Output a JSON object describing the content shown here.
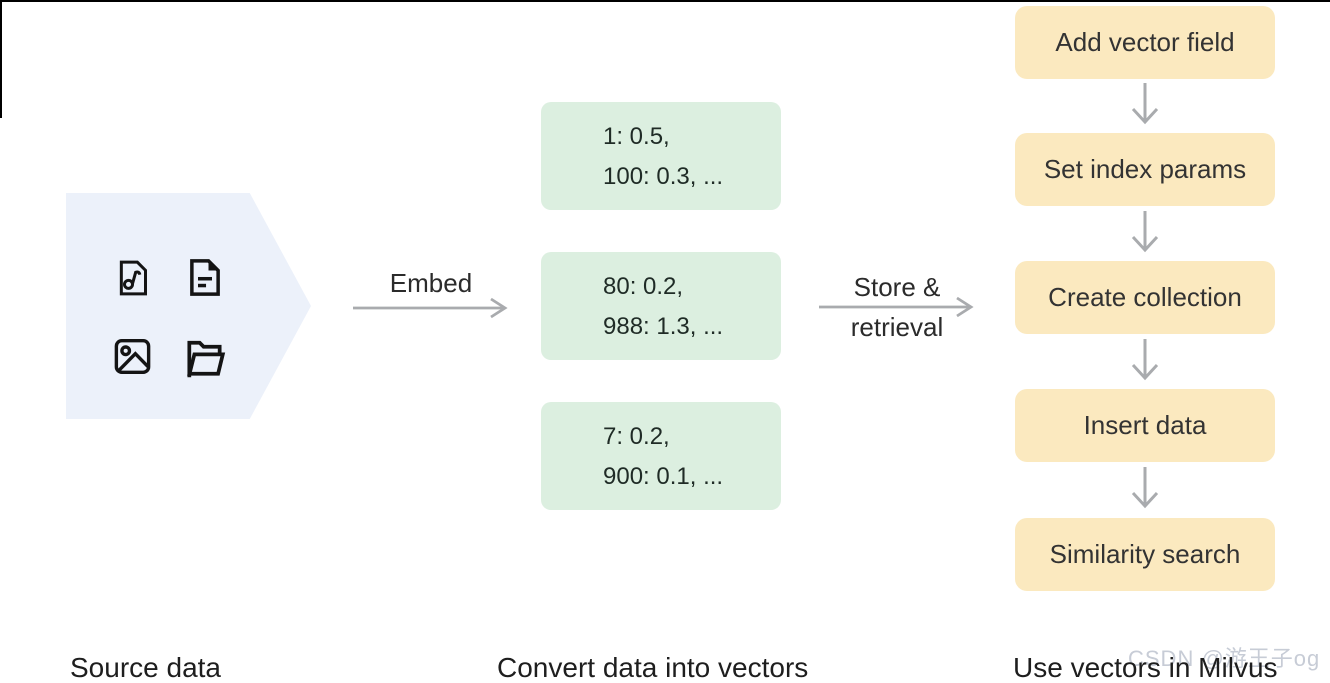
{
  "diagram": {
    "source": {
      "label": "Source data",
      "icons": [
        "music-file",
        "text-file",
        "image-file",
        "folder"
      ]
    },
    "embed_arrow": {
      "label": "Embed"
    },
    "vectors": {
      "label": "Convert data into vectors",
      "boxes": [
        {
          "lines": [
            "1: 0.5,",
            "100: 0.3, ..."
          ]
        },
        {
          "lines": [
            "80: 0.2,",
            "988: 1.3, ..."
          ]
        },
        {
          "lines": [
            "7: 0.2,",
            "900: 0.1, ..."
          ]
        }
      ]
    },
    "store_arrow": {
      "label_line1": "Store &",
      "label_line2": "retrieval"
    },
    "milvus": {
      "label": "Use vectors in Milvus",
      "steps": [
        {
          "label": "Add vector field"
        },
        {
          "label": "Set index params"
        },
        {
          "label": "Create collection"
        },
        {
          "label": "Insert data"
        },
        {
          "label": "Similarity search"
        }
      ]
    },
    "watermark": "CSDN @游王子og",
    "colors": {
      "source_bg": "#ECF1FA",
      "vector_box_bg": "#DCEFE0",
      "step_box_bg": "#FBE9BF",
      "arrow": "#A9ABAE"
    }
  }
}
